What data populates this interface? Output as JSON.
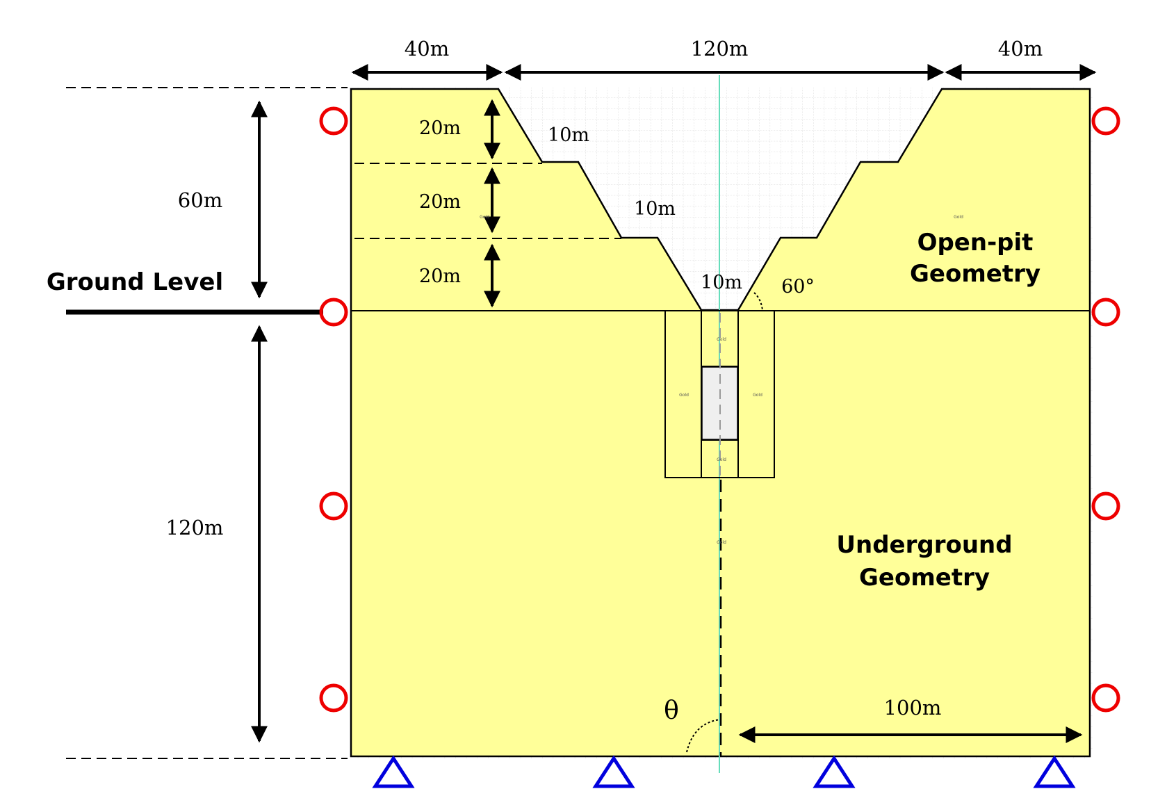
{
  "dimensions": {
    "top_left": "40m",
    "top_center": "120m",
    "top_right": "40m",
    "pit_height": "60m",
    "bench_1": "20m",
    "bench_2": "20m",
    "bench_3": "20m",
    "berm_1": "10m",
    "berm_2": "10m",
    "pit_floor": "10m",
    "slope_angle": "60°",
    "underground_height": "120m",
    "bottom_right": "100m",
    "theta": "θ"
  },
  "labels": {
    "ground_level": "Ground Level",
    "open_pit_line1": "Open-pit",
    "open_pit_line2": "Geometry",
    "underground_line1": "Underground",
    "underground_line2": "Geometry"
  },
  "material_tag": "Gold",
  "colors": {
    "soil": "#ffff99",
    "roller_support": "#ee0000",
    "pin_support": "#0000dd",
    "excavation": "#efefef",
    "centerline": "#66ddbb"
  }
}
